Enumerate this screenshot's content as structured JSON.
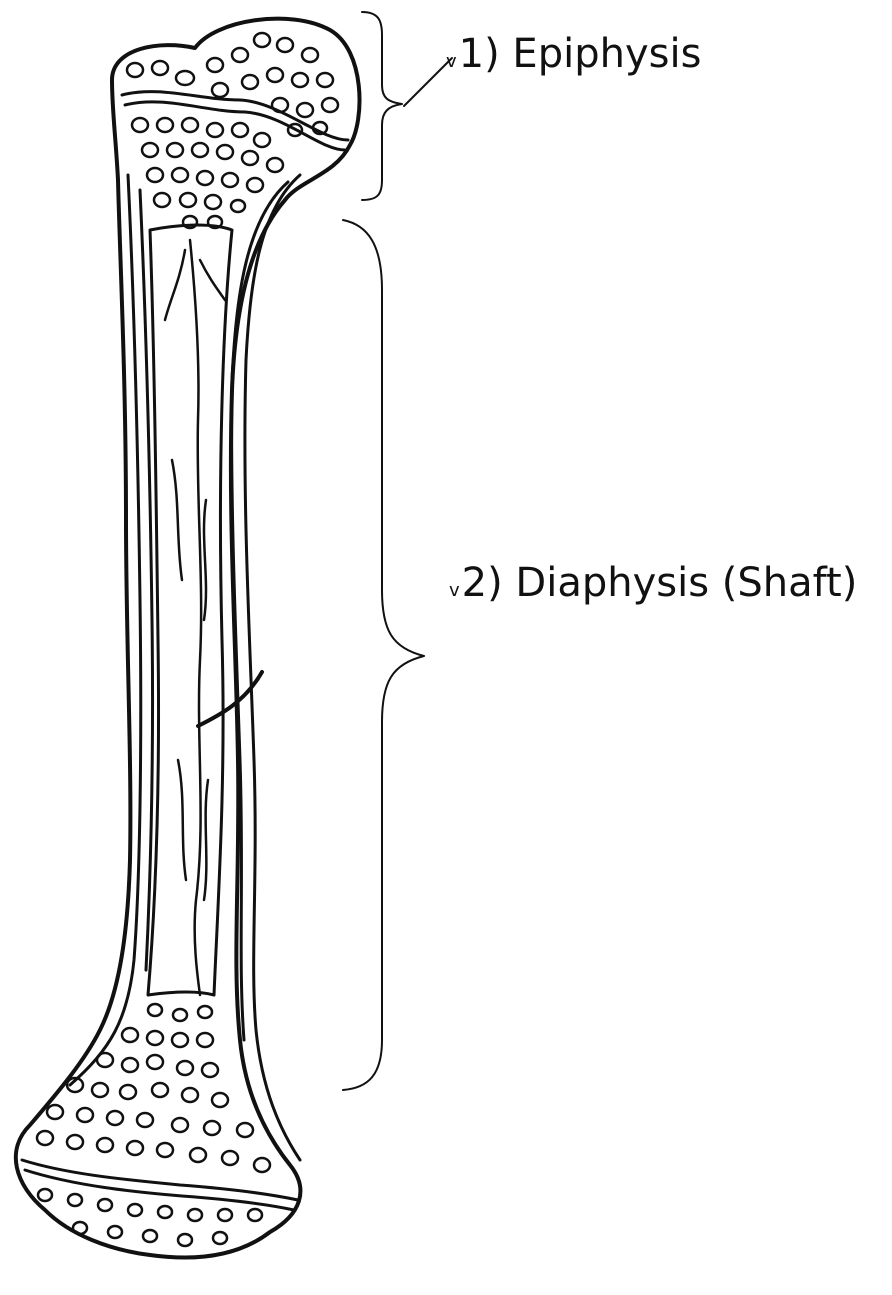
{
  "labels": [
    {
      "tick": "v",
      "text": "1) Epiphysis"
    },
    {
      "tick": "v",
      "text": "2) Diaphysis (Shaft)"
    }
  ],
  "colors": {
    "ink": "#111111",
    "background": "#ffffff"
  }
}
